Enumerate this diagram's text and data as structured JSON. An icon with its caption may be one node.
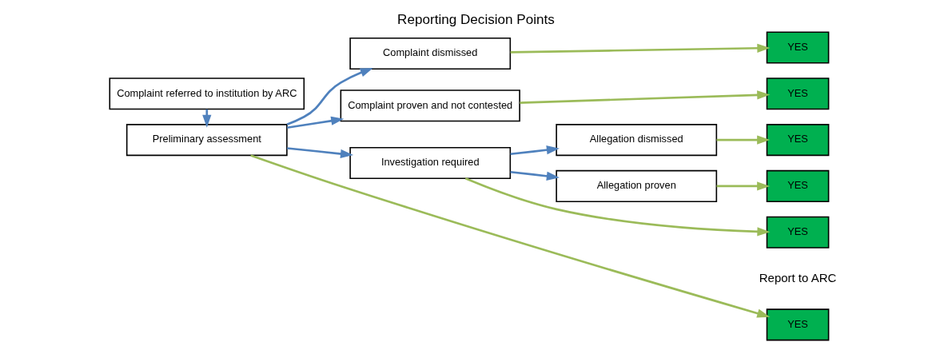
{
  "diagram": {
    "title": "Reporting Decision Points",
    "nodes": [
      {
        "text": [
          "Complaint referred to institution by ARC"
        ]
      },
      {
        "text": [
          "Preliminary assessment"
        ]
      },
      {
        "text": [
          "Complaint dismissed"
        ]
      },
      {
        "text": [
          "Complaint proven and not contested"
        ]
      },
      {
        "text": [
          "Investigation required"
        ]
      },
      {
        "text": [
          "Allegation dismissed"
        ]
      },
      {
        "text": [
          "Allegation proven"
        ]
      },
      {
        "text": [
          "YES"
        ]
      },
      {
        "text": [
          "YES"
        ]
      },
      {
        "text": [
          "YES"
        ]
      },
      {
        "text": [
          "YES"
        ]
      },
      {
        "text": [
          "YES"
        ]
      },
      {
        "text": [
          "YES"
        ]
      }
    ],
    "edges": [
      {
        "from": 0,
        "to": 1,
        "arrow": "to",
        "color": "#4f81bd"
      },
      {
        "from": 1,
        "to": 7,
        "arrow": "to",
        "color": "#9bbb59"
      },
      {
        "from": 1,
        "to": 2,
        "arrow": "to",
        "color": "#4f81bd"
      },
      {
        "from": 1,
        "to": 3,
        "arrow": "to",
        "color": "#4f81bd"
      },
      {
        "from": 1,
        "to": 4,
        "arrow": "to",
        "color": "#4f81bd"
      },
      {
        "from": 2,
        "to": 8,
        "arrow": "to",
        "color": "#9bbb59"
      },
      {
        "from": 3,
        "to": 9,
        "arrow": "to",
        "color": "#9bbb59"
      },
      {
        "from": 4,
        "to": 10,
        "arrow": "to",
        "color": "#9bbb59"
      },
      {
        "from": 4,
        "to": 5,
        "arrow": "to",
        "color": "#4f81bd"
      },
      {
        "from": 4,
        "to": 6,
        "arrow": "to",
        "color": "#4f81bd"
      },
      {
        "from": 5,
        "to": 11,
        "arrow": "to",
        "color": "#9bbb59"
      },
      {
        "from": 6,
        "to": 12,
        "arrow": "to",
        "color": "#9bbb59"
      }
    ],
    "labels": [
      "Report to ARC"
    ]
  }
}
